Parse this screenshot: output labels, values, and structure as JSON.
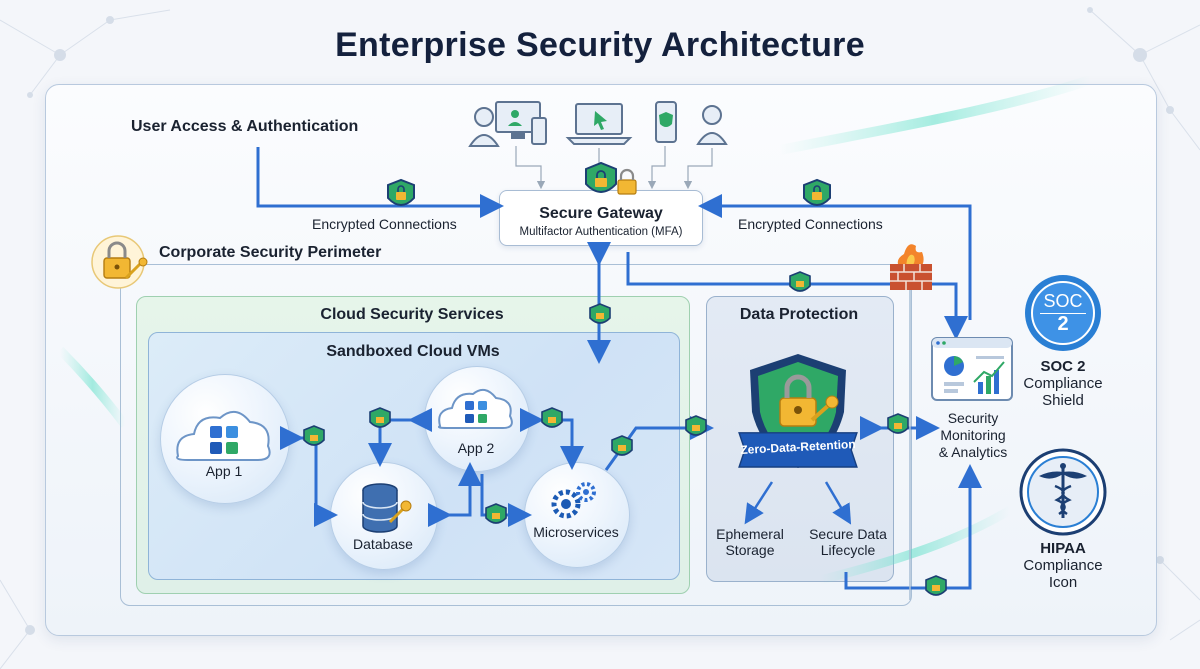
{
  "title": "Enterprise Security Architecture",
  "user_access_label": "User Access & Authentication",
  "perimeter_label": "Corporate Security Perimeter",
  "encrypted_left": "Encrypted Connections",
  "encrypted_right": "Encrypted Connections",
  "gateway": {
    "title": "Secure Gateway",
    "subtitle": "Multifactor Authentication (MFA)"
  },
  "cloud_services": {
    "title": "Cloud Security Services",
    "sandbox_title": "Sandboxed Cloud VMs",
    "nodes": {
      "app1": "App 1",
      "app2": "App 2",
      "database": "Database",
      "microservices": "Microservices"
    }
  },
  "data_protection": {
    "title": "Data Protection",
    "banner": "Zero-Data-Retention",
    "ephemeral_line1": "Ephemeral",
    "ephemeral_line2": "Storage",
    "lifecycle_line1": "Secure Data",
    "lifecycle_line2": "Lifecycle"
  },
  "monitoring": {
    "line1": "Security",
    "line2": "Monitoring",
    "line3": "& Analytics"
  },
  "soc2": {
    "badge_top": "SOC",
    "badge_num": "2",
    "line1": "SOC 2",
    "line2": "Compliance",
    "line3": "Shield"
  },
  "hipaa": {
    "line1": "HIPAA",
    "line2": "Compliance",
    "line3": "Icon"
  },
  "colors": {
    "arrow": "#2f6fd1",
    "shield_green": "#2fa866",
    "shield_navy": "#1c3f73",
    "lock_gold": "#f2b733",
    "soc_blue": "#2a7fd4"
  }
}
